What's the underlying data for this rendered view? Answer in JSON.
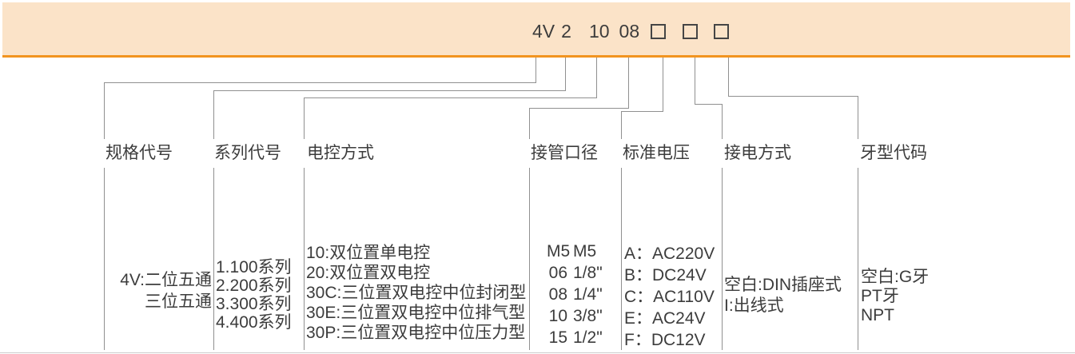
{
  "banner": {
    "code_parts": [
      "4V",
      "2",
      "10",
      "08"
    ],
    "placeholder_boxes": 3
  },
  "columns": [
    {
      "header": "规格代号",
      "lines": [
        "4V:二位五通",
        "三位五通"
      ]
    },
    {
      "header": "系列代号",
      "lines": [
        "1.100系列",
        "2.200系列",
        "3.300系列",
        "4.400系列"
      ]
    },
    {
      "header": "电控方式",
      "lines": [
        "10:双位置单电控",
        "20:双位置双电控",
        "30C:三位置双电控中位封闭型",
        "30E:三位置双电控中位排气型",
        "30P:三位置双电控中位压力型"
      ]
    },
    {
      "header": "接管口径",
      "rows": [
        {
          "code": "M5",
          "size": "M5"
        },
        {
          "code": "06",
          "size": "1/8\""
        },
        {
          "code": "08",
          "size": "1/4\""
        },
        {
          "code": "10",
          "size": "3/8\""
        },
        {
          "code": "15",
          "size": "1/2\""
        }
      ]
    },
    {
      "header": "标准电压",
      "lines": [
        "A：AC220V",
        "B：DC24V",
        "C：AC110V",
        "E：AC24V",
        "F：DC12V"
      ]
    },
    {
      "header": "接电方式",
      "lines": [
        "空白:DIN插座式",
        "I:出线式"
      ]
    },
    {
      "header": "牙型代码",
      "lines": [
        "空白:G牙",
        "PT牙",
        "NPT"
      ]
    }
  ],
  "colors": {
    "banner-bg": "#FBE3C8",
    "accent": "#F2941F",
    "line": "#909090",
    "text": "#3C3C3C",
    "faint": "#CCCCCC"
  }
}
